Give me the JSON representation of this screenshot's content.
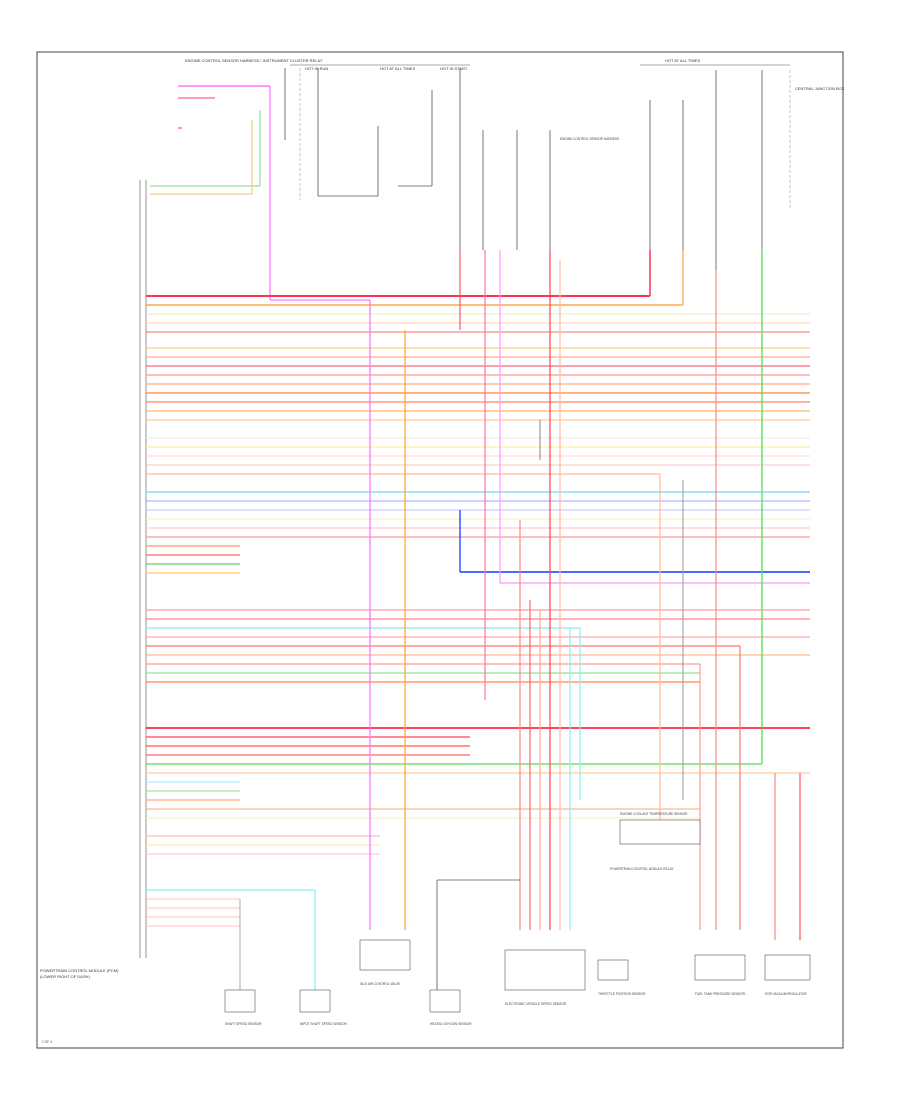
{
  "diagram": {
    "top_labels": {
      "harness": "ENGINE CONTROL SENSOR HARNESS / INSTRUMENT CLUSTER RELAY",
      "hot_run": "HOT IN RUN",
      "hot_start": "HOT AT ALL TIMES",
      "hot_start2": "HOT IN START",
      "hot_all": "HOT AT ALL TIMES",
      "central": "CENTRAL JUNCTION BOX"
    },
    "left_section": {
      "title": "POWERTRAIN CONTROL MODULE (PCM)",
      "subtitle": "(LOWER RIGHT OF DASH)"
    },
    "bottom_components": {
      "c1": "SHAFT SPEED SENSOR",
      "c2": "INPUT SHAFT SPEED SENSOR",
      "c3": "IDLE AIR CONTROL VALVE",
      "c4": "HEATED OXYGEN SENSOR",
      "c5": "ELECTRONIC VEHICLE SPEED SENSOR",
      "c6": "THROTTLE POSITION SENSOR",
      "c7": "FUEL TANK PRESSURE SENSOR",
      "c8": "EGR VACUUM REGULATOR"
    },
    "mid_components": {
      "c9": "ENGINE COOLANT TEMPERATURE SENSOR",
      "c10": "POWERTRAIN CONTROL MODULE RELAY",
      "c11": "ENGINE CONTROL SENSOR HARNESS"
    },
    "footer": "1 OF 4"
  }
}
